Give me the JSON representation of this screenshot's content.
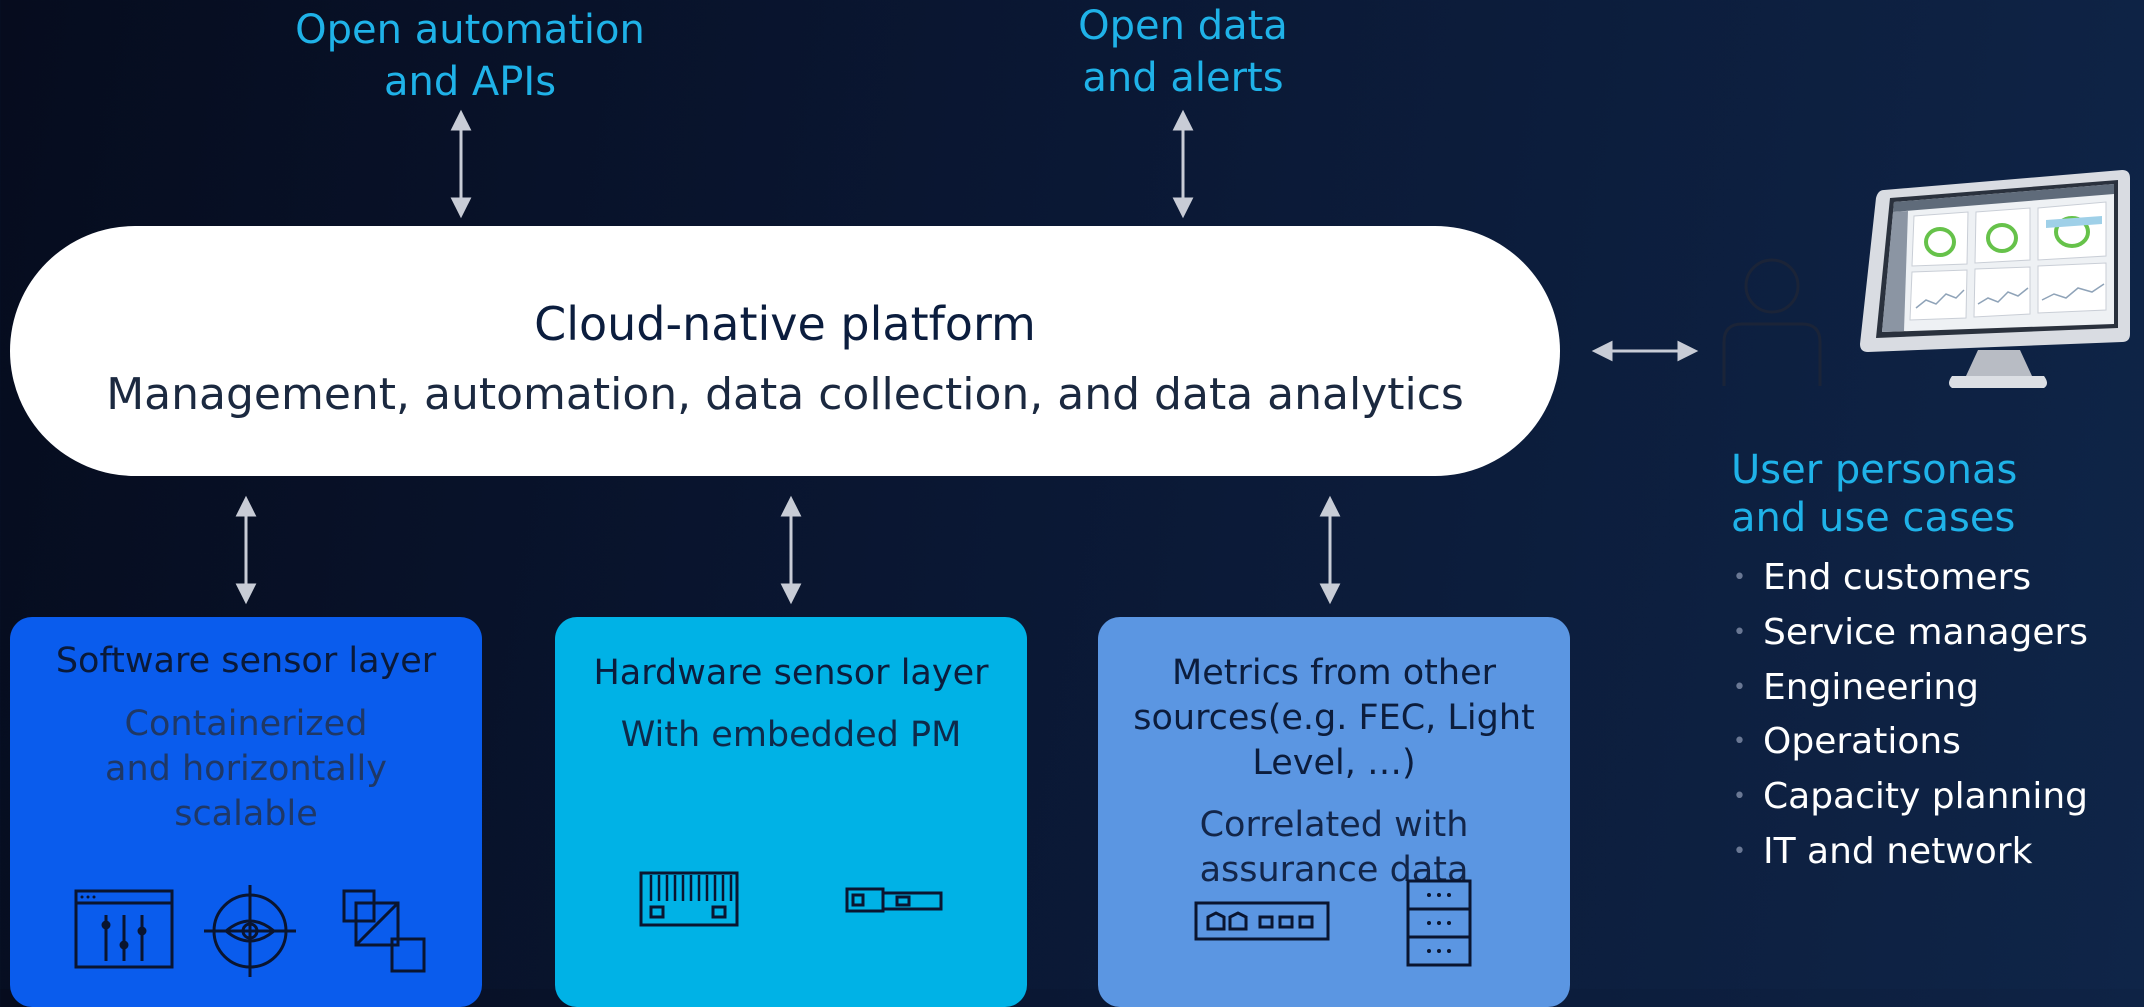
{
  "top_labels": {
    "automation": [
      "Open automation",
      "and APIs"
    ],
    "data": [
      "Open data",
      "and alerts"
    ]
  },
  "platform": {
    "title": "Cloud-native platform",
    "subtitle": "Management, automation, data collection, and data analytics"
  },
  "layers": {
    "software": {
      "title": "Software sensor layer",
      "subtitle": "Containerized and horizontally scalable",
      "icons": [
        "control-panel-icon",
        "target-icon",
        "stacked-squares-icon"
      ]
    },
    "hardware": {
      "title": "Hardware sensor layer",
      "subtitle": "With embedded PM",
      "icons": [
        "line-card-icon",
        "optical-transceiver-icon"
      ]
    },
    "metrics": {
      "title": "Metrics from other sources(e.g. FEC, Light Level, …)",
      "subtitle": "Correlated with assurance data",
      "icons": [
        "network-switch-icon",
        "server-rack-icon"
      ]
    }
  },
  "personas": {
    "heading": [
      "User personas",
      "and use cases"
    ],
    "items": [
      "End customers",
      "Service managers",
      "Engineering",
      "Operations",
      "Capacity planning",
      "IT and network"
    ],
    "icons": [
      "user-icon",
      "monitor-dashboard-icon"
    ]
  },
  "colors": {
    "accent": "#1fb2e8",
    "software_box": "#0a5ced",
    "hardware_box": "#00b2e6",
    "metrics_box": "#5b96e2",
    "arrow": "#c8ccd6"
  }
}
